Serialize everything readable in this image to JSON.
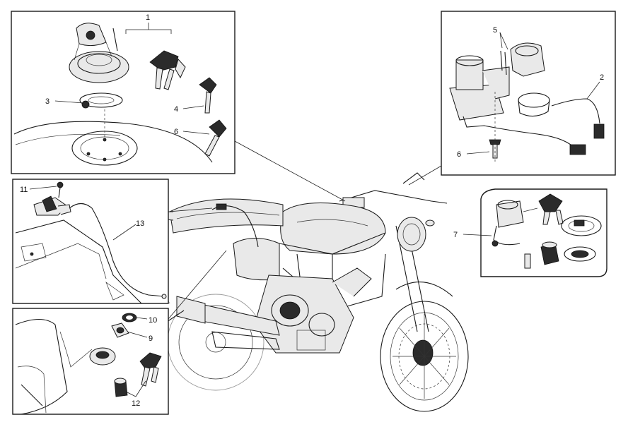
{
  "callouts": {
    "c1": "1",
    "c2": "2",
    "c3": "3",
    "c4": "4",
    "c5": "5",
    "c6a": "6",
    "c6b": "6",
    "c7": "7",
    "c9": "9",
    "c10": "10",
    "c11": "11",
    "c12": "12",
    "c13": "13"
  },
  "icons": {
    "fuel_cap": "fuel-cap-icon",
    "ignition_switch": "ignition-switch-icon",
    "key": "key-icon",
    "seat_lock": "seat-lock-icon",
    "motorcycle": "motorcycle-icon"
  },
  "colors": {
    "line": "#1a1a1a",
    "panel_border": "#1a1a1a",
    "background": "#ffffff"
  }
}
